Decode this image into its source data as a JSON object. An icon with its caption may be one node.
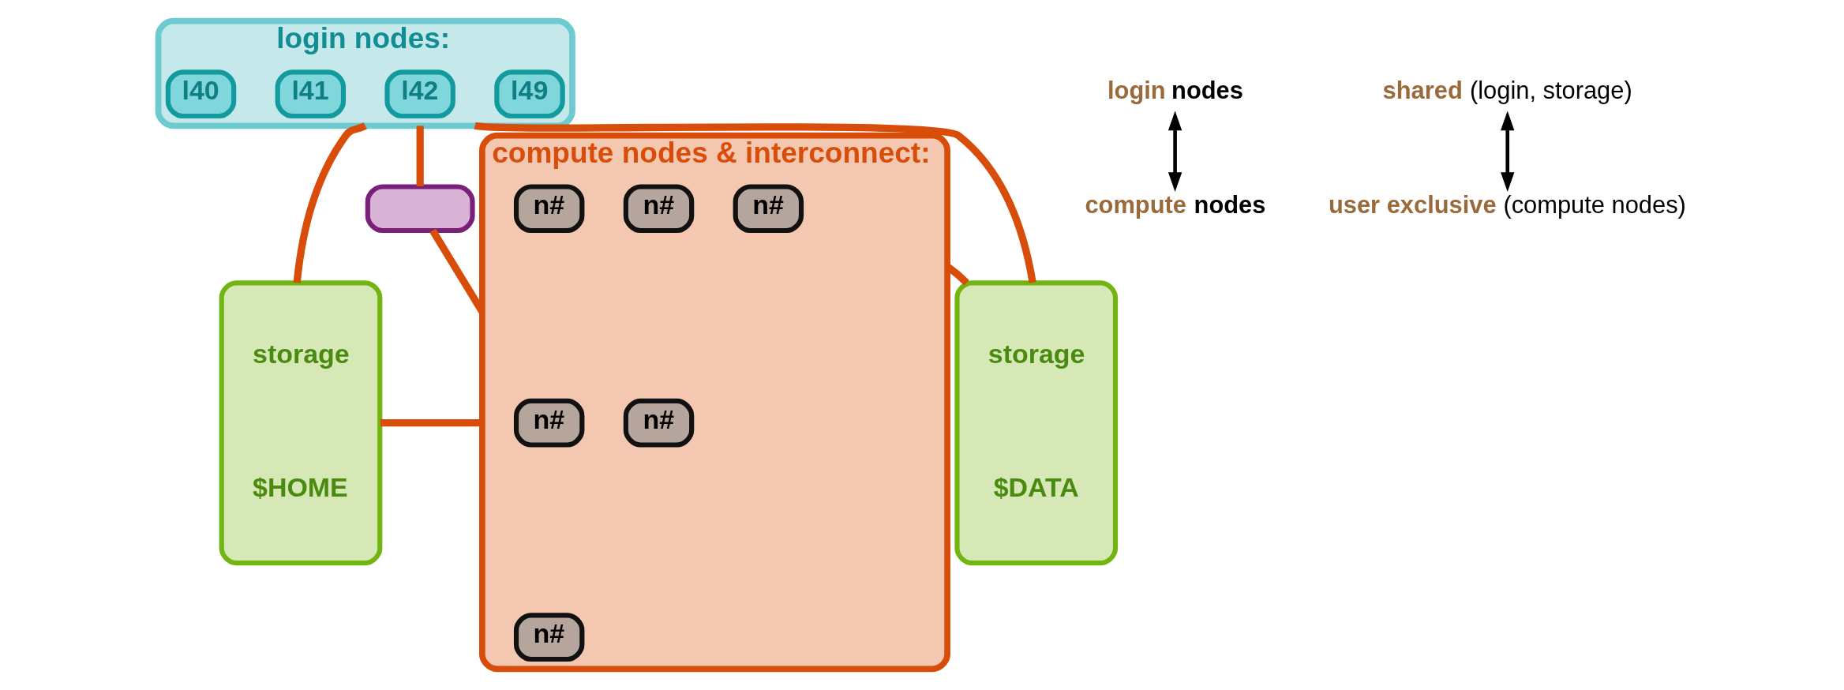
{
  "diagram": {
    "nodes": [
      {
        "text": [
          "login nodes:"
        ]
      },
      {
        "text": [
          "l40"
        ],
        "in": 0
      },
      {
        "text": [
          "l41"
        ],
        "in": 0
      },
      {
        "text": [
          "l42"
        ],
        "in": 0
      },
      {
        "text": [
          "l49"
        ],
        "in": 0
      },
      {
        "text": [],
        "shape": "box"
      },
      {
        "text": [
          "compute nodes & interconnect:"
        ]
      },
      {
        "text": [
          "n#"
        ],
        "in": 6
      },
      {
        "text": [
          "n#"
        ],
        "in": 6
      },
      {
        "text": [
          "n#"
        ],
        "in": 6
      },
      {
        "text": [
          "n#"
        ],
        "in": 6
      },
      {
        "text": [
          "n#"
        ],
        "in": 6
      },
      {
        "text": [
          "n#"
        ],
        "in": 6
      },
      {
        "text": [
          "storage",
          "$HOME"
        ]
      },
      {
        "text": [
          "storage",
          "$DATA"
        ]
      },
      {
        "text": [
          "login nodes"
        ]
      },
      {
        "text": [
          "compute nodes"
        ]
      },
      {
        "text": [
          "**shared** (login, storage)"
        ]
      },
      {
        "text": [
          "**user exclusive** (compute nodes)"
        ]
      }
    ],
    "edges": [
      {
        "from": 0,
        "to": 5,
        "arrow": "none"
      },
      {
        "from": 5,
        "to": 6,
        "arrow": "none"
      },
      {
        "from": 0,
        "to": 13,
        "arrow": "none"
      },
      {
        "from": 0,
        "to": 14,
        "arrow": "none"
      },
      {
        "from": 13,
        "to": 6,
        "arrow": "none"
      },
      {
        "from": 6,
        "to": 14,
        "arrow": "none"
      },
      {
        "from": 15,
        "to": 16,
        "arrow": "both",
        "color": "#000000"
      },
      {
        "from": 17,
        "to": 18,
        "arrow": "both",
        "color": "#000000"
      }
    ]
  }
}
